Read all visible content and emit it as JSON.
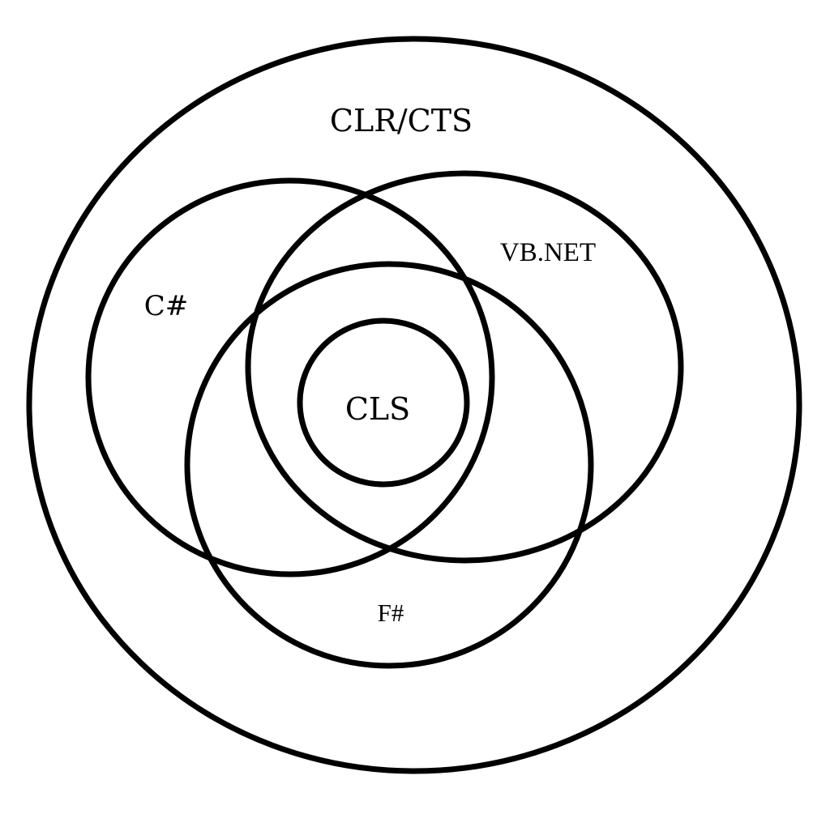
{
  "diagram": {
    "stroke_color": "#000000",
    "background": "#ffffff",
    "labels": {
      "outer": "CLR/CTS",
      "csharp": "C#",
      "vbnet": "VB.NET",
      "cls": "CLS",
      "fsharp": "F#"
    }
  }
}
